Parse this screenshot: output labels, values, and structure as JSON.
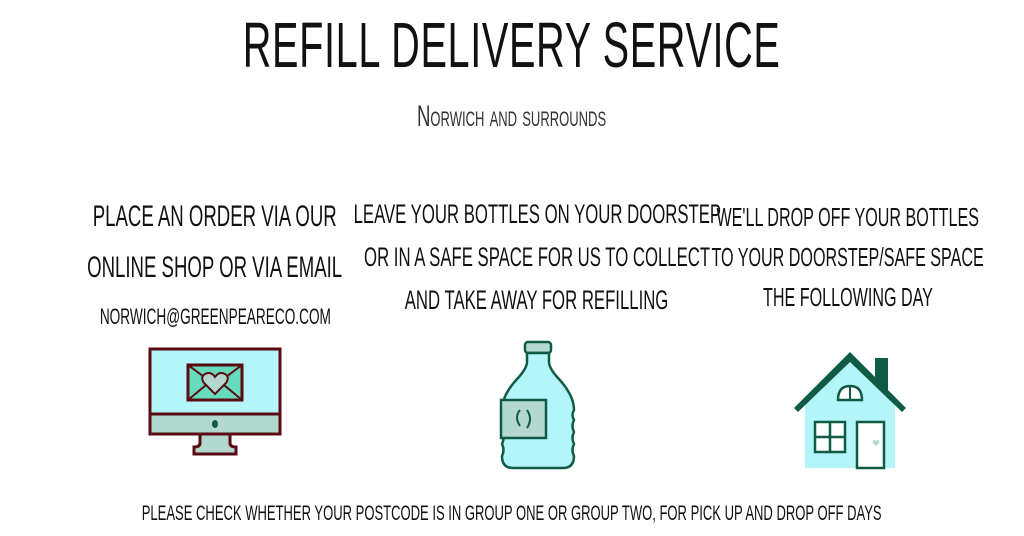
{
  "header": {
    "title": "Refill Delivery Service",
    "subtitle": "Norwich and surrounds"
  },
  "steps": [
    {
      "lines": [
        "Place an order via our",
        "online shop or via email"
      ],
      "email": "norwich@greenpeareco.com",
      "icon": "computer-envelope-icon"
    },
    {
      "lines": [
        "leave your bottles on your doorstep",
        "or in a safe space for us to collect",
        "and take away for refilling"
      ],
      "icon": "refill-bottle-icon"
    },
    {
      "lines": [
        "we'll drop off your bottles",
        "to your doorstep/safe space",
        "the following day"
      ],
      "icon": "house-icon"
    }
  ],
  "footer": "please check whether your postcode is in group one or group two, for pick up and drop off days",
  "colors": {
    "teal_light": "#b3f5f8",
    "teal_dark": "#0f5b45",
    "sage": "#b2d8d0",
    "mint": "#66dbbe",
    "maroon": "#5a0b12"
  }
}
